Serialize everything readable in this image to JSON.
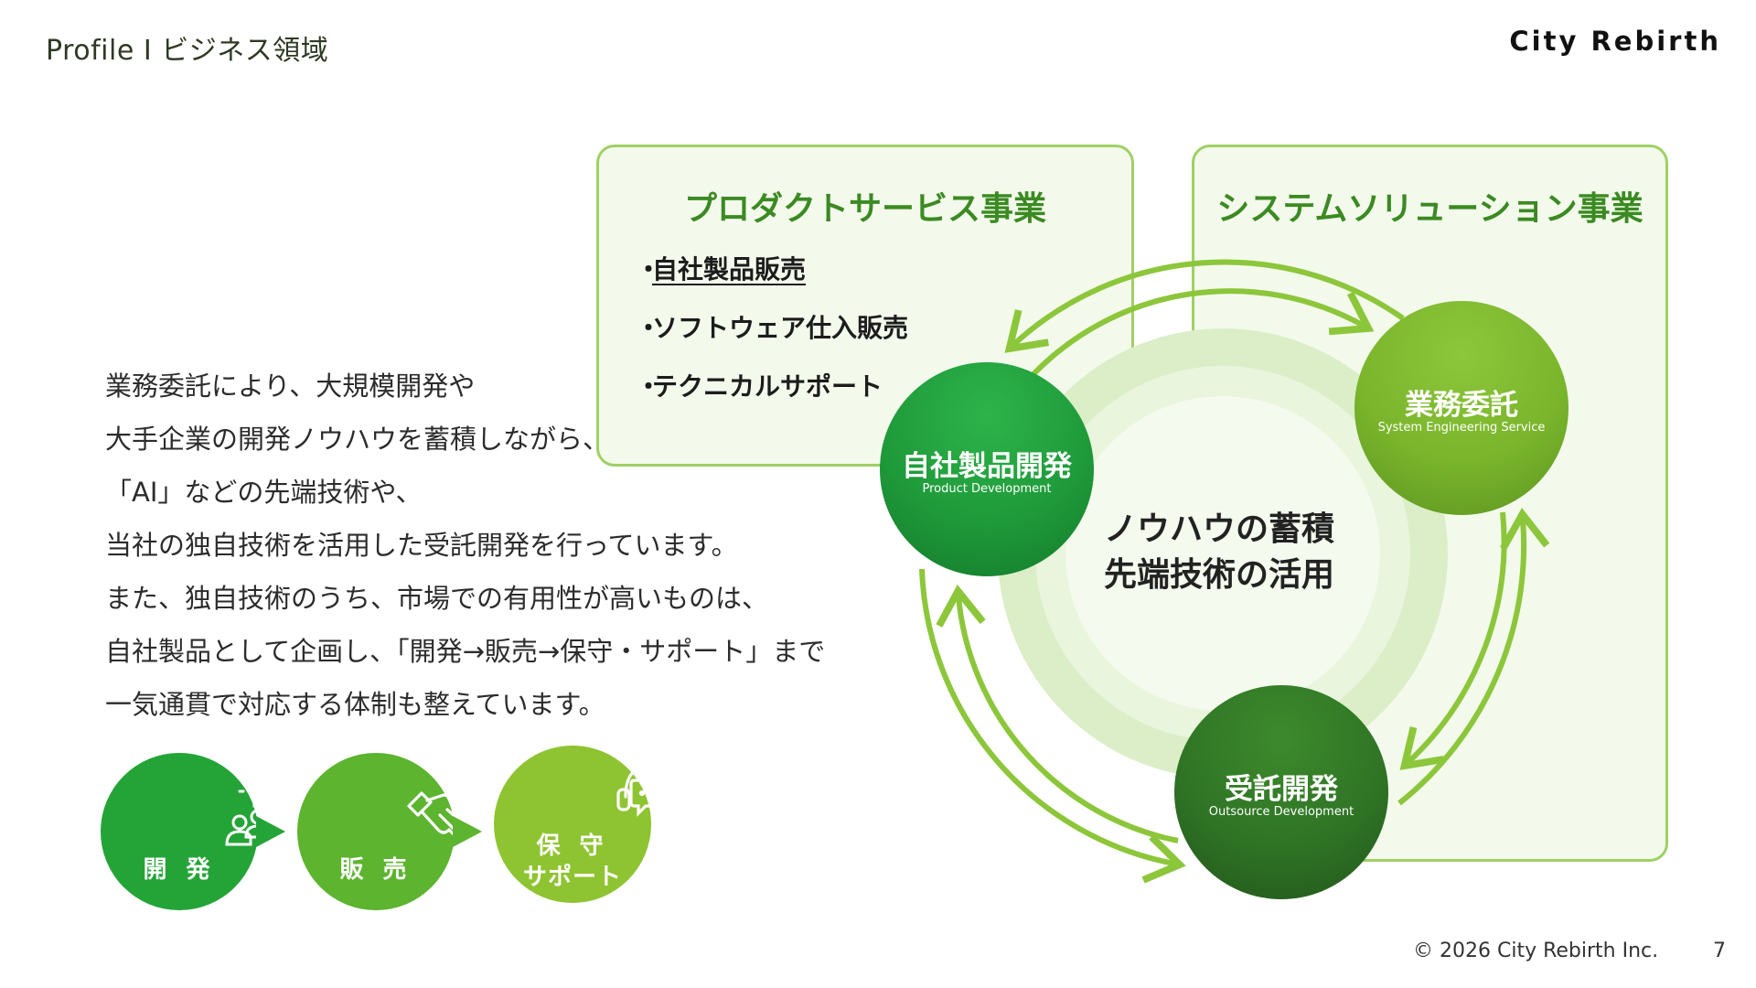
{
  "header": {
    "title": "Profile I ビジネス領域",
    "brand": "City Rebirth"
  },
  "panels": {
    "product": {
      "title": "プロダクトサービス事業",
      "bullets": [
        "自社製品販売",
        "ソフトウェア仕入販売",
        "テクニカルサポート"
      ],
      "bullet_mark": "・"
    },
    "system": {
      "title": "システムソリューション事業"
    }
  },
  "description": {
    "lines": [
      "業務委託により、大規模開発や",
      "大手企業の開発ノウハウを蓄積しながら、",
      "「AI」などの先端技術や、",
      "当社の独自技術を活用した受託開発を行っています。",
      "また、独自技術のうち、市場での有用性が高いものは、",
      "自社製品として企画し、「開発→販売→保守・サポート」まで",
      "一気通貫で対応する体制も整えています。"
    ]
  },
  "flow": {
    "develop": "開 発",
    "sell": "販 売",
    "support_line1": "保 守",
    "support_line2": "サポート",
    "icons": [
      "lightbulb-team-icon",
      "handshake-icon",
      "headset-support-icon"
    ],
    "colors": {
      "develop": "#24a437",
      "sell": "#5cb42f",
      "support": "#8ec431"
    }
  },
  "cycle": {
    "center_line1": "ノウハウの蓄積",
    "center_line2": "先端技術の活用",
    "nodes": {
      "product": {
        "jp": "自社製品開発",
        "en": "Product Development"
      },
      "business": {
        "jp": "業務委託",
        "en": "System Engineering Service"
      },
      "contract": {
        "jp": "受託開発",
        "en": "Outsource Development"
      }
    },
    "arrow_color": "#8cc63a"
  },
  "footer": {
    "copyright": "© 2026 City Rebirth Inc.",
    "page": "7"
  }
}
